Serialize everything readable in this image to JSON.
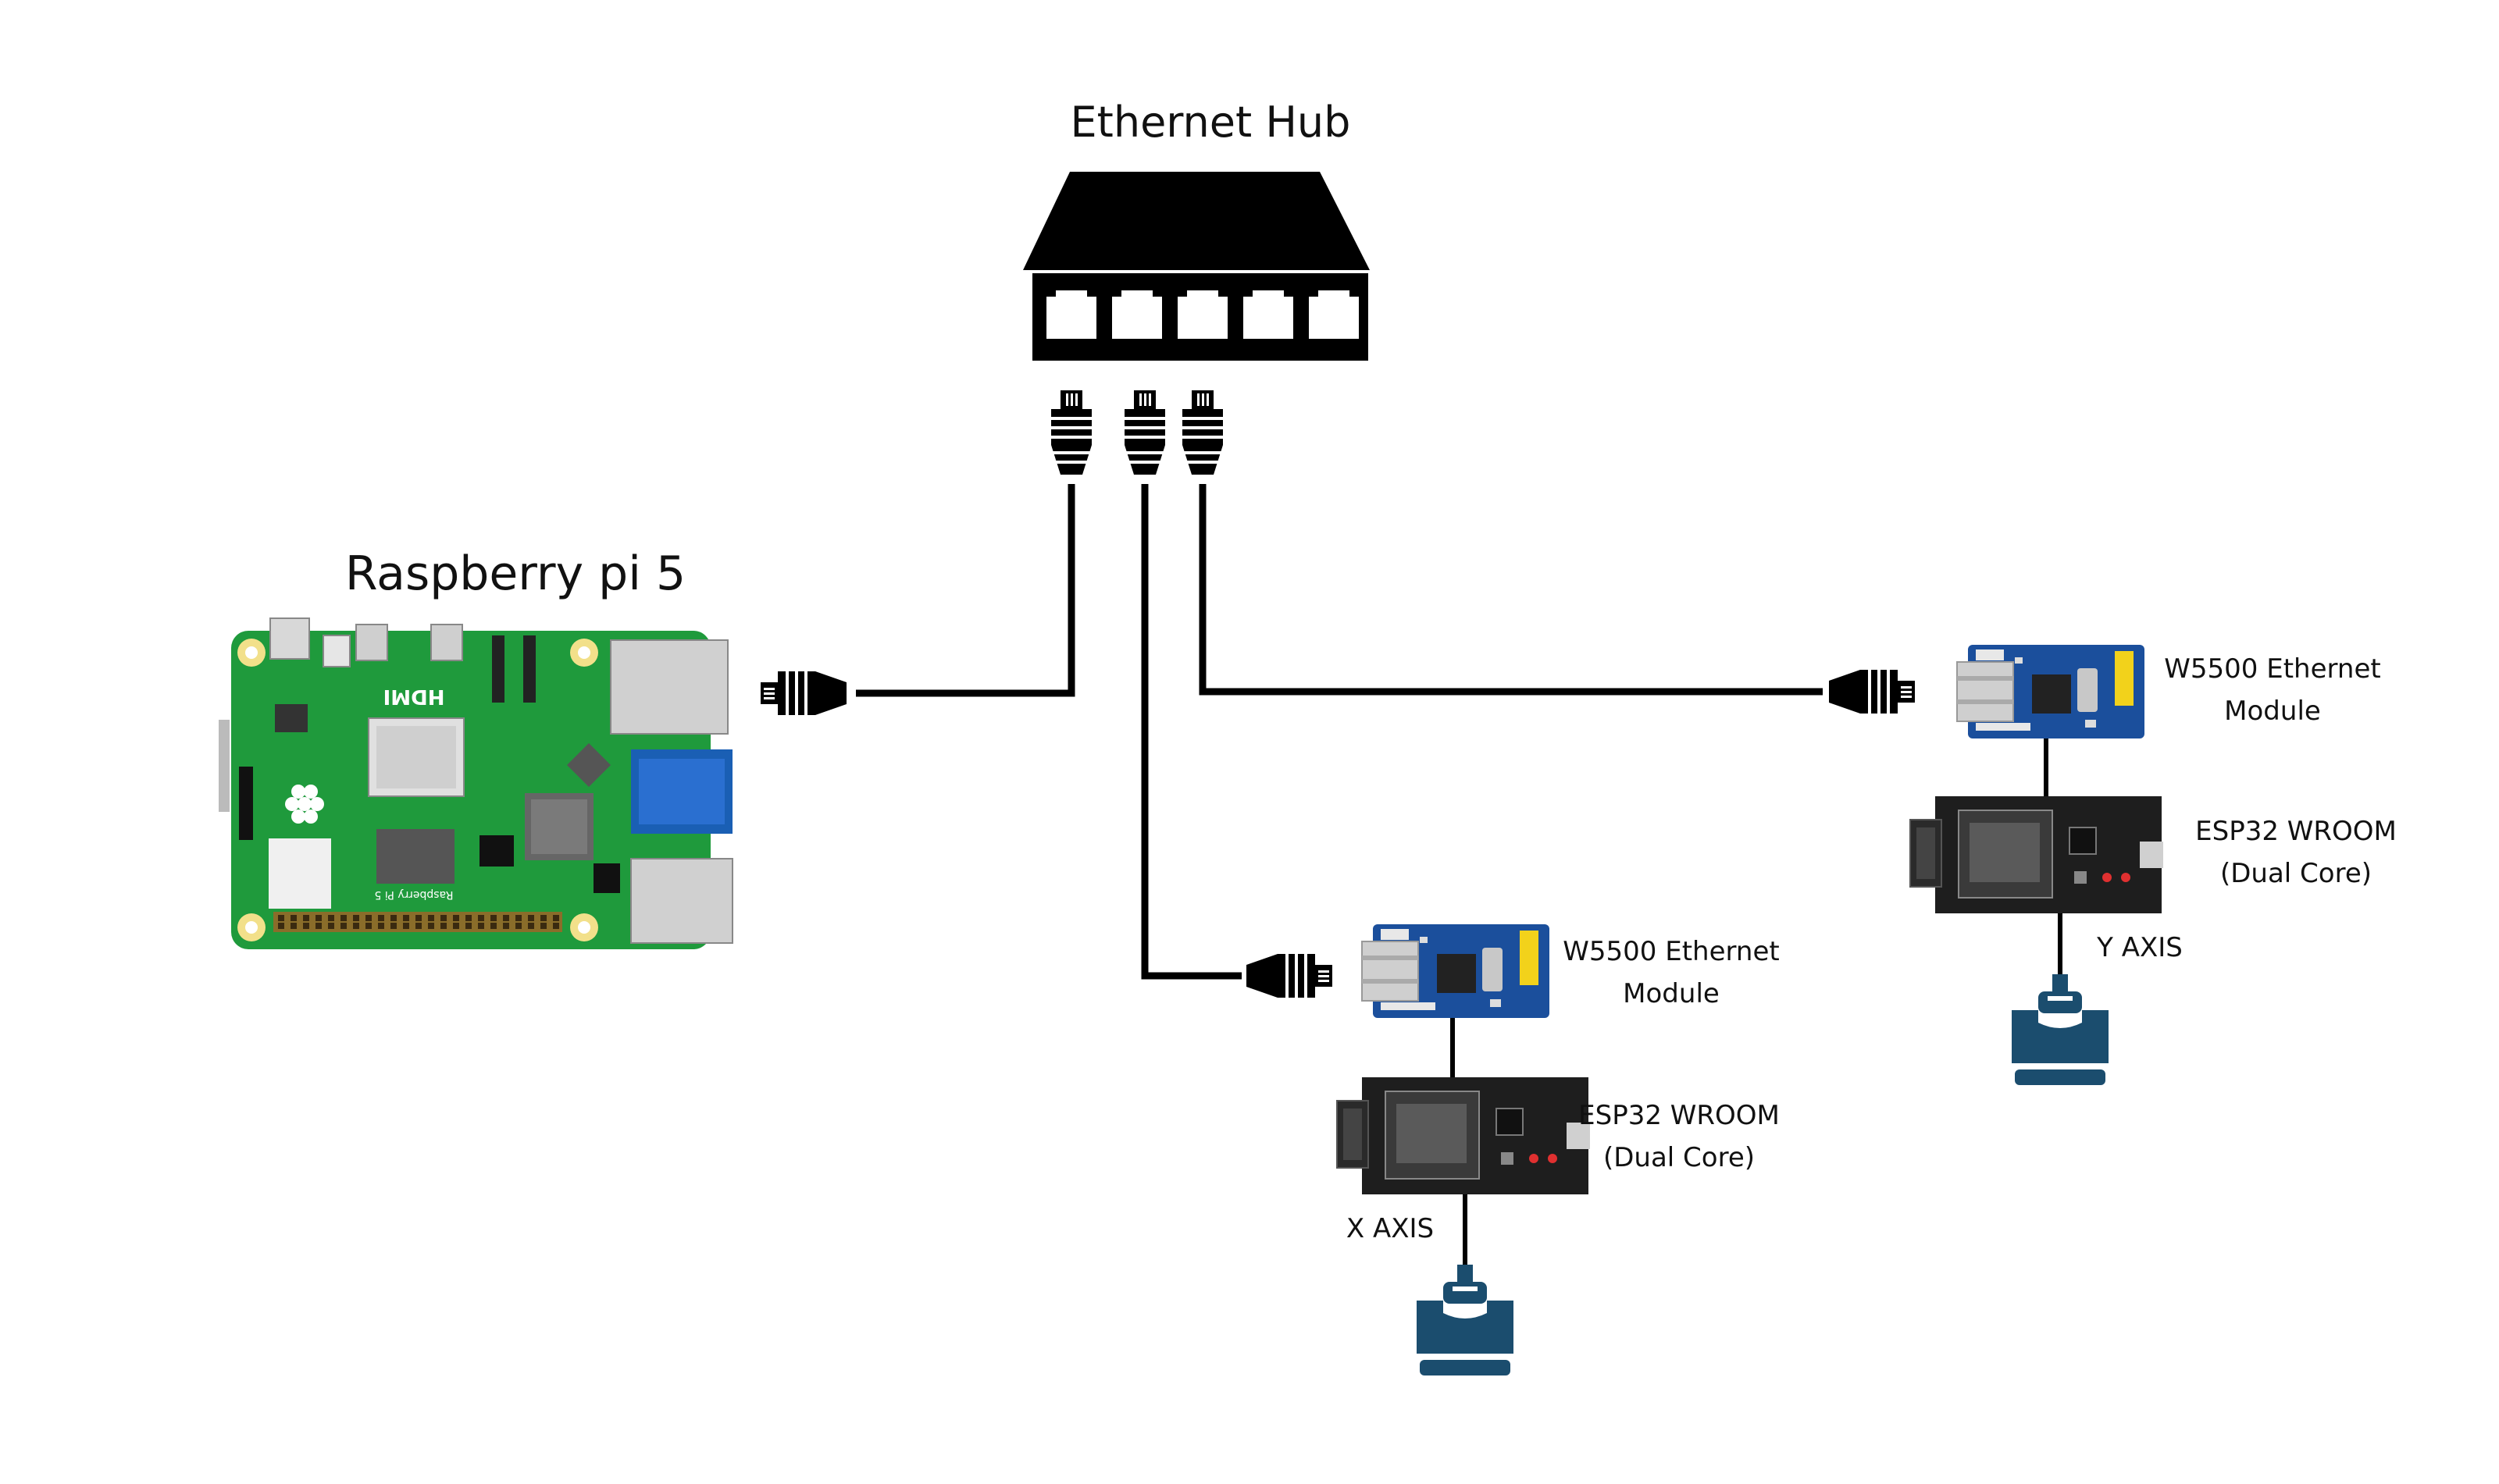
{
  "hub": {
    "title": "Ethernet Hub",
    "port_count": 5
  },
  "raspberry_pi": {
    "title": "Raspberry pi 5",
    "board_text": [
      "HDMI",
      "Raspberry Pi 5"
    ],
    "colors": {
      "board": "#1f9a3c",
      "usb_blue": "#1a5fb4",
      "metal": "#c8c8c8"
    }
  },
  "node_x": {
    "ethernet_module": [
      "W5500 Ethernet",
      "Module"
    ],
    "mcu": [
      "ESP32 WROOM",
      "(Dual Core)"
    ],
    "axis": "X AXIS"
  },
  "node_y": {
    "ethernet_module": [
      "W5500 Ethernet",
      "Module"
    ],
    "mcu": [
      "ESP32 WROOM",
      "(Dual Core)"
    ],
    "axis": "Y AXIS"
  },
  "colors": {
    "cable": "#000000",
    "module_blue": "#1b4f9c",
    "motor": "#1b4d6e",
    "esp_board": "#1e1e1e"
  },
  "icons": [
    "ethernet-hub-icon",
    "rj45-connector-icon",
    "stepper-motor-icon",
    "esp32-board-icon",
    "w5500-module-icon",
    "raspberry-pi-board-icon"
  ]
}
